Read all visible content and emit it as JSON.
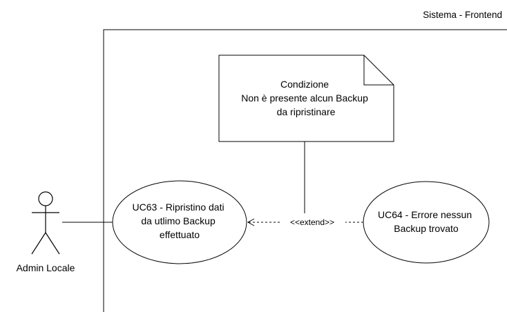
{
  "system": {
    "title": "Sistema - Frontend"
  },
  "actor": {
    "label": "Admin Locale"
  },
  "note": {
    "lines": [
      "Condizione",
      "Non è presente alcun Backup",
      "da ripristinare"
    ]
  },
  "use_cases": [
    {
      "id": "UC63",
      "lines": [
        "UC63 - Ripristino dati",
        "da utlimo Backup",
        "effettuato"
      ]
    },
    {
      "id": "UC64",
      "lines": [
        "UC64 - Errore nessun",
        "Backup trovato"
      ]
    }
  ],
  "relations": {
    "extend_label": "<<extend>>"
  }
}
